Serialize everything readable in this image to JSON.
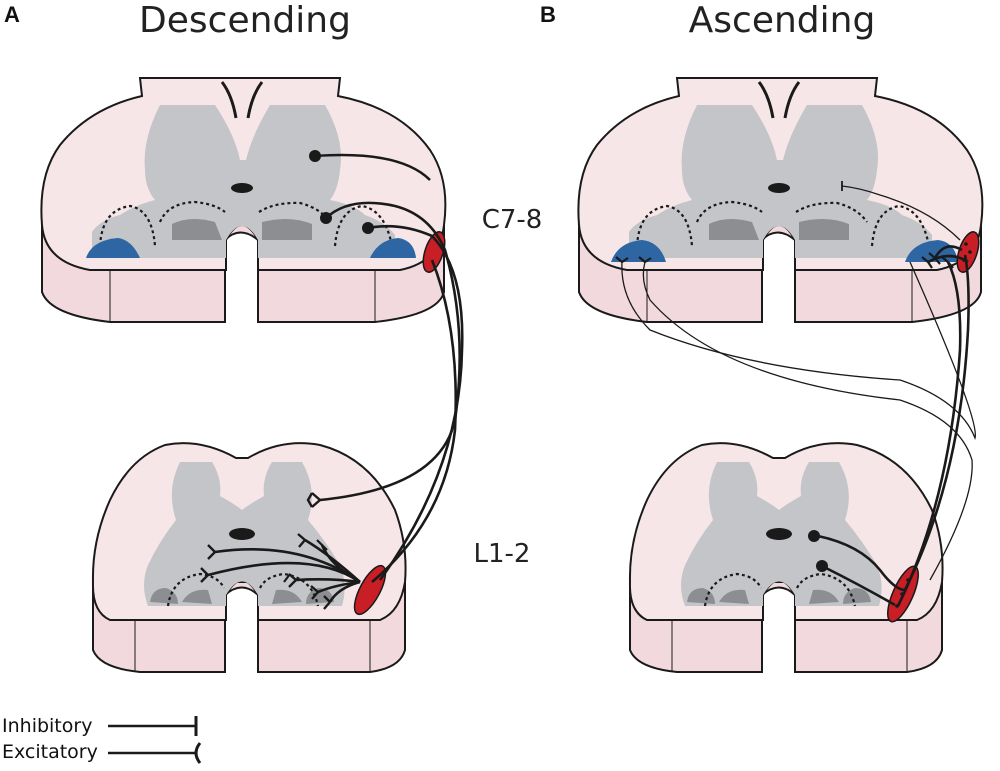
{
  "panels": [
    {
      "letter": "A",
      "title": "Descending"
    },
    {
      "letter": "B",
      "title": "Ascending"
    }
  ],
  "levels": {
    "cervical": "C7-8",
    "lumbar": "L1-2"
  },
  "legend": {
    "inhibitory": "Inhibitory",
    "excitatory": "Excitatory"
  },
  "colors": {
    "white_matter": "#f7e6e8",
    "grey_matter": "#c4c5c8",
    "dark_grey": "#8c8e92",
    "motor_pool_blue": "#2e66a3",
    "pathway_red": "#c81e25",
    "outline": "#1a1a1a"
  }
}
